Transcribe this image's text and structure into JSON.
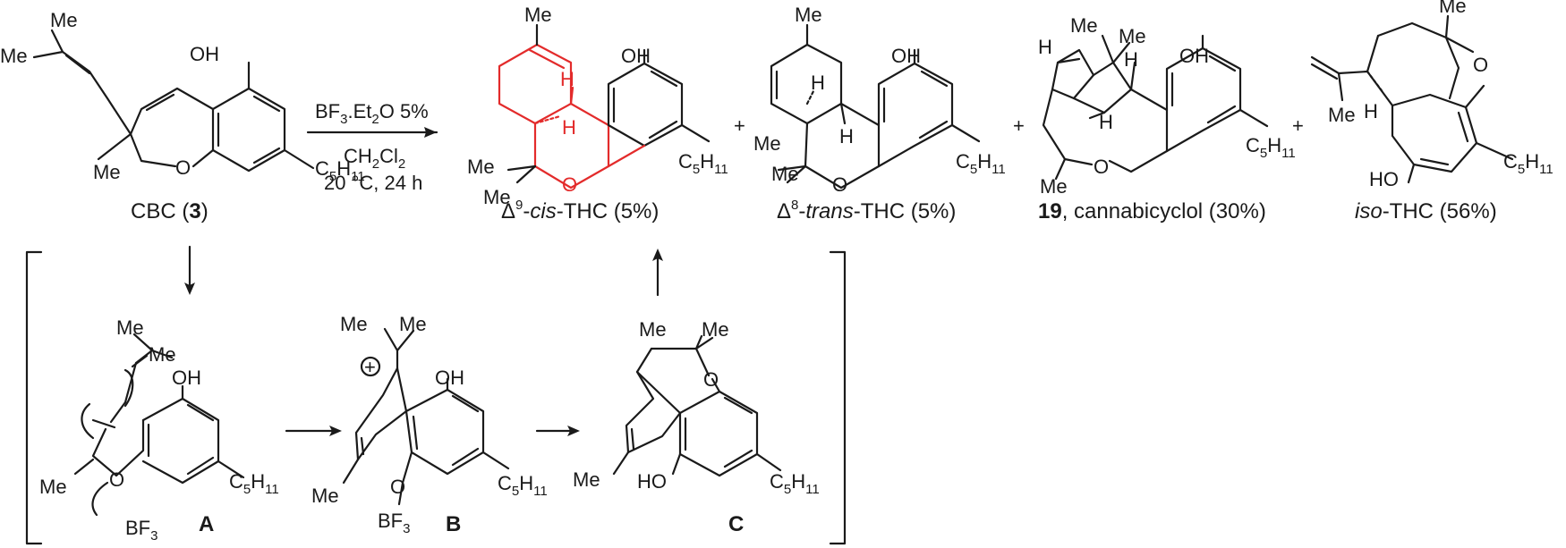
{
  "reagents": {
    "line1_pre": "BF",
    "line1_sub": "3",
    "line1_post": ".Et",
    "line1_sub2": "2",
    "line1_end": "O 5%",
    "line2": "CH",
    "line2_sub": "2",
    "line2_mid": "Cl",
    "line2_sub2": "2",
    "line3": "20 °C, 24 h"
  },
  "atoms": {
    "me": "Me",
    "oh": "OH",
    "ho": "HO",
    "o": "O",
    "h": "H",
    "c5": "C",
    "c5_sub": "5",
    "c5_h": "H",
    "c5_sub2": "11",
    "bf": "BF",
    "bf_sub": "3",
    "plus": "+",
    "cation": "+"
  },
  "captions": {
    "cbc_pre": "CBC (",
    "cbc_num": "3",
    "cbc_post": ")",
    "cis_delta": "Δ",
    "cis_sup": "9",
    "cis_dash": "-",
    "cis_italic": "cis",
    "cis_rest": "-THC (5%)",
    "trans_delta": "Δ",
    "trans_sup": "8",
    "trans_dash": "-",
    "trans_italic": "trans",
    "trans_rest": "-THC (5%)",
    "cyclol_num": "19",
    "cyclol_rest": ", cannabicyclol (30%)",
    "iso_italic": "iso",
    "iso_rest": "-THC (56%)"
  },
  "intermediates": {
    "a": "A",
    "b": "B",
    "c": "C"
  },
  "colors": {
    "ink": "#1a1a1a",
    "highlight": "#e32b2b"
  }
}
